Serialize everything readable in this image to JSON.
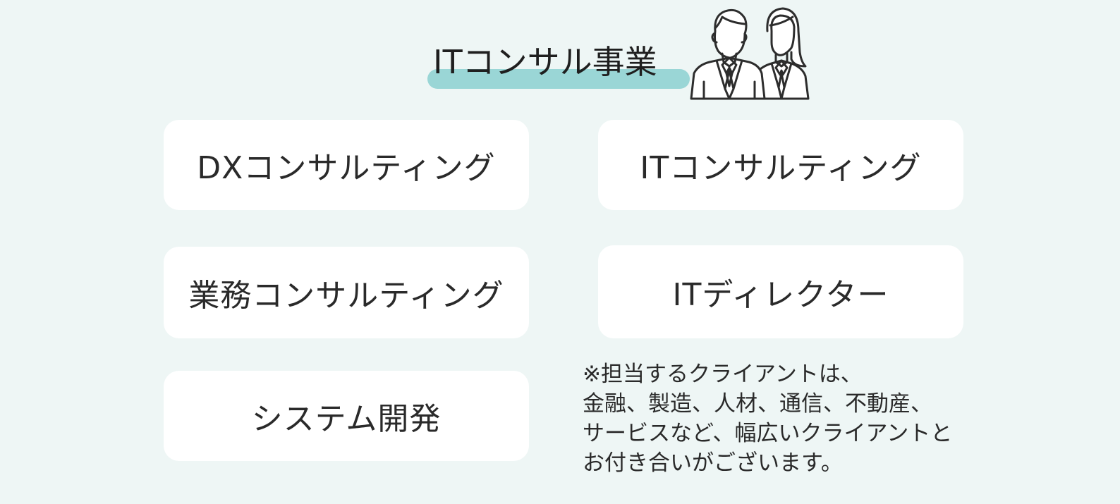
{
  "header": {
    "title": "ITコンサル事業"
  },
  "illustration": {
    "icon": "business-people-icon"
  },
  "services": [
    {
      "label": "DXコンサルティング"
    },
    {
      "label": "ITコンサルティング"
    },
    {
      "label": "業務コンサルティング"
    },
    {
      "label": "ITディレクター"
    },
    {
      "label": "システム開発"
    }
  ],
  "note": {
    "lines": [
      "※担当するクライアントは、",
      "金融、製造、人材、通信、不動産、",
      "サービスなど、幅広いクライアントと",
      "お付き合いがございます。"
    ]
  },
  "colors": {
    "background": "#eef6f5",
    "accent_underline": "#9ad6d6",
    "card": "#ffffff",
    "text": "#2a2a2a"
  }
}
